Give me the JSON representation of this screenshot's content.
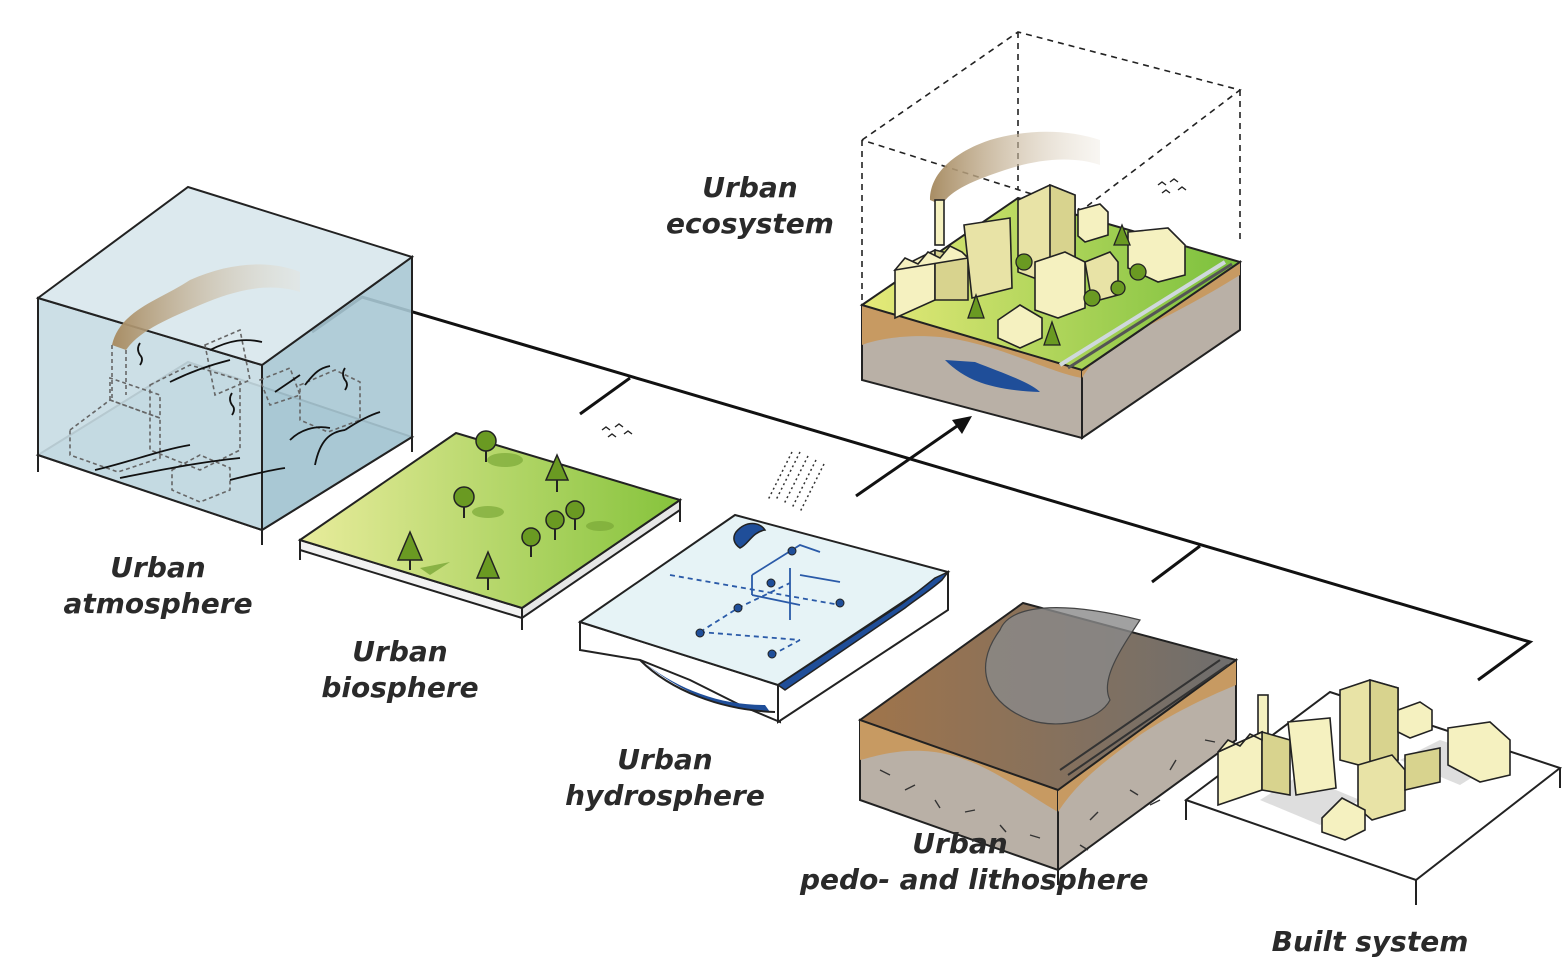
{
  "components": {
    "atmosphere": {
      "line1": "Urban",
      "line2": "atmosphere"
    },
    "biosphere": {
      "line1": "Urban",
      "line2": "biosphere"
    },
    "hydrosphere": {
      "line1": "Urban",
      "line2": "hydrosphere"
    },
    "pedosphere": {
      "line1": "Urban",
      "line2": "pedo- and lithosphere"
    },
    "built": {
      "line1": "Built system"
    },
    "ecosystem": {
      "line1": "Urban",
      "line2": "ecosystem"
    }
  },
  "colors": {
    "atmosphere_fill": "#b9d2dc",
    "grass_light": "#e6ea9a",
    "grass_dark": "#8dc63f",
    "water": "#1f4e99",
    "soil_brown": "#a0764e",
    "rock_gray": "#b5aca3",
    "building": "#f5f1c0",
    "tree": "#5a8a1e",
    "hydro_surface": "#e6f3f6"
  }
}
